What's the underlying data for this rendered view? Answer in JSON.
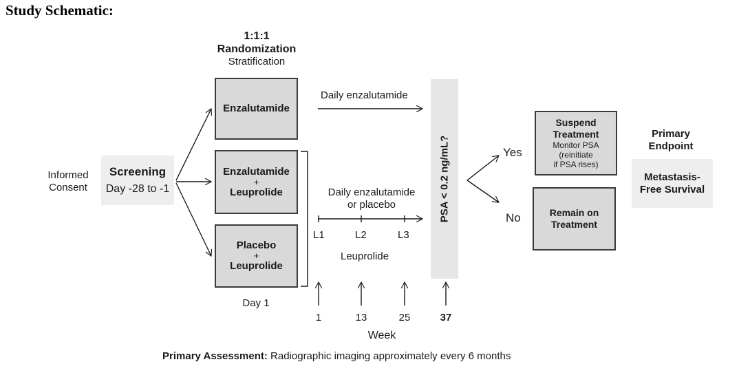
{
  "title": "Study Schematic:",
  "randomization": {
    "ratio": "1:1:1",
    "label": "Randomization",
    "sub": "Stratification"
  },
  "informed_consent": [
    "Informed",
    "Consent"
  ],
  "screening": {
    "label": "Screening",
    "days": "Day -28 to -1"
  },
  "arms": {
    "arm1": {
      "line1": "Enzalutamide"
    },
    "arm2": {
      "line1": "Enzalutamide",
      "plus": "+",
      "line2": "Leuprolide"
    },
    "arm3": {
      "line1": "Placebo",
      "plus": "+",
      "line2": "Leuprolide"
    }
  },
  "day1": "Day 1",
  "daily_enzalutamide": "Daily enzalutamide",
  "daily_enz_or_placebo": [
    "Daily enzalutamide",
    "or placebo"
  ],
  "leuprolide_doses": [
    "L1",
    "L2",
    "L3"
  ],
  "leuprolide_label": "Leuprolide",
  "weeks": [
    "1",
    "13",
    "25",
    "37"
  ],
  "week_label": "Week",
  "psa_question": "PSA < 0.2 ng/mL?",
  "yes": "Yes",
  "no": "No",
  "suspend": {
    "line1": "Suspend",
    "line2": "Treatment",
    "line3": "Monitor PSA",
    "line4": "(reinitiate",
    "line5": "if PSA rises)"
  },
  "remain": {
    "line1": "Remain on",
    "line2": "Treatment"
  },
  "primary_endpoint": {
    "label": [
      "Primary",
      "Endpoint"
    ],
    "value": [
      "Metastasis-",
      "Free Survival"
    ]
  },
  "primary_assessment": {
    "label": "Primary Assessment:",
    "text": "Radiographic imaging approximately every 6 months"
  }
}
